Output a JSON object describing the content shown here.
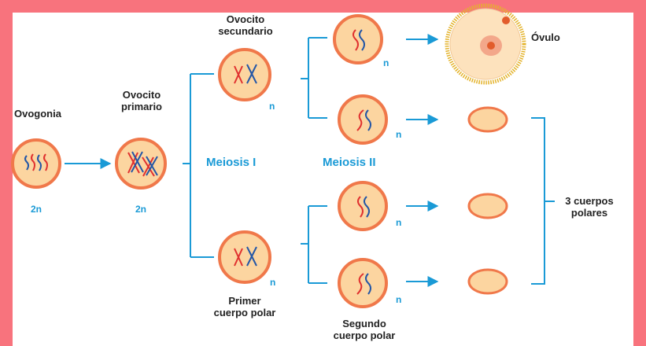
{
  "colors": {
    "frame": "#f8737d",
    "arrow": "#1a9ad6",
    "cell_fill": "#fcd5a0",
    "cell_border": "#f0784a",
    "chromosome_red": "#e0312f",
    "chromosome_blue": "#2356a6",
    "ovum_corona": "#e4b32c",
    "ovum_nucleus": "#e25c2c",
    "label_text": "#222222",
    "meiosis_text": "#1a9ad6"
  },
  "labels": {
    "ovogonia": "Ovogonia",
    "ovocito_primario_line1": "Ovocito",
    "ovocito_primario_line2": "primario",
    "ovocito_secundario_line1": "Ovocito",
    "ovocito_secundario_line2": "secundario",
    "ovulo": "Óvulo",
    "primer_cuerpo_polar_line1": "Primer",
    "primer_cuerpo_polar_line2": "cuerpo polar",
    "segundo_cuerpo_polar_line1": "Segundo",
    "segundo_cuerpo_polar_line2": "cuerpo polar",
    "tres_cuerpos_polares_line1": "3 cuerpos",
    "tres_cuerpos_polares_line2": "polares",
    "meiosis_1": "Meiosis I",
    "meiosis_2": "Meiosis II"
  },
  "ploidy": {
    "ovogonia": "2n",
    "ovocito_primario": "2n",
    "ovocito_secundario": "n",
    "primer_cuerpo_polar": "n",
    "meiosis2_cell_1": "n",
    "meiosis2_cell_2": "n",
    "meiosis2_cell_3": "n",
    "meiosis2_cell_4": "n"
  }
}
